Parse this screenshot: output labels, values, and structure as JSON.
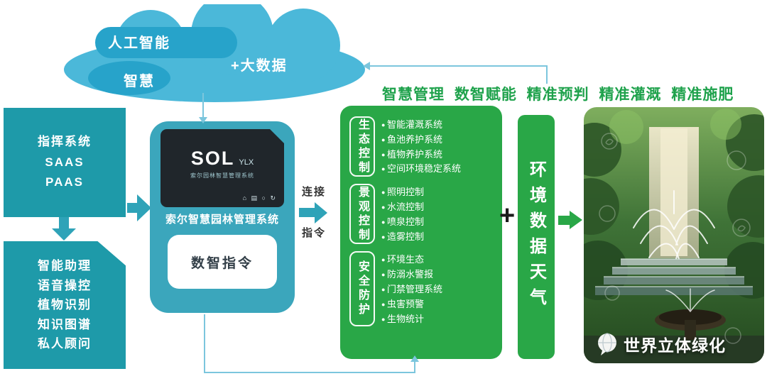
{
  "cloud": {
    "ai": "人工智能",
    "bigdata": "+大数据",
    "wisdom": "智慧"
  },
  "headline": "智慧管理 数智赋能 精准预判 精准灌溉 精准施肥",
  "left_box1": {
    "lines": [
      "指挥系统",
      "SAAS",
      "PAAS"
    ]
  },
  "left_box2": {
    "lines": [
      "智能助理",
      "语音操控",
      "植物识别",
      "知识图谱",
      "私人顾问"
    ]
  },
  "device": {
    "logo_main": "SOL",
    "logo_sub": "YLX",
    "logo_caption": "索尔园林智慧管理系统",
    "screen_icons": "⌂ ▤ ○ ↻",
    "name": "索尔智慧园林管理系统",
    "command": "数智指令"
  },
  "link": {
    "top": "连接",
    "bottom": "指令"
  },
  "panel": {
    "sections": [
      {
        "label": "生态控制",
        "items": [
          "智能灌溉系统",
          "鱼池养护系统",
          "植物养护系统",
          "空间环境稳定系统"
        ]
      },
      {
        "label": "景观控制",
        "items": [
          "照明控制",
          "水流控制",
          "喷泉控制",
          "造雾控制"
        ]
      },
      {
        "label": "安全防护",
        "items": [
          "环境生态",
          "防溺水警报",
          "门禁管理系统",
          "虫害预警",
          "生物统计"
        ]
      }
    ]
  },
  "plus": "+",
  "env_bar": "环境数据天气",
  "watermark": "世界立体绿化",
  "colors": {
    "teal_box": "#1E9AA9",
    "teal_device": "#3BA6BC",
    "teal_arrow": "#2FA3B8",
    "cloud_light": "#4BB8D9",
    "cloud_dark": "#27A3CA",
    "green": "#29A747",
    "headline_green": "#1FA24C",
    "line_teal": "#7CC6DD"
  }
}
